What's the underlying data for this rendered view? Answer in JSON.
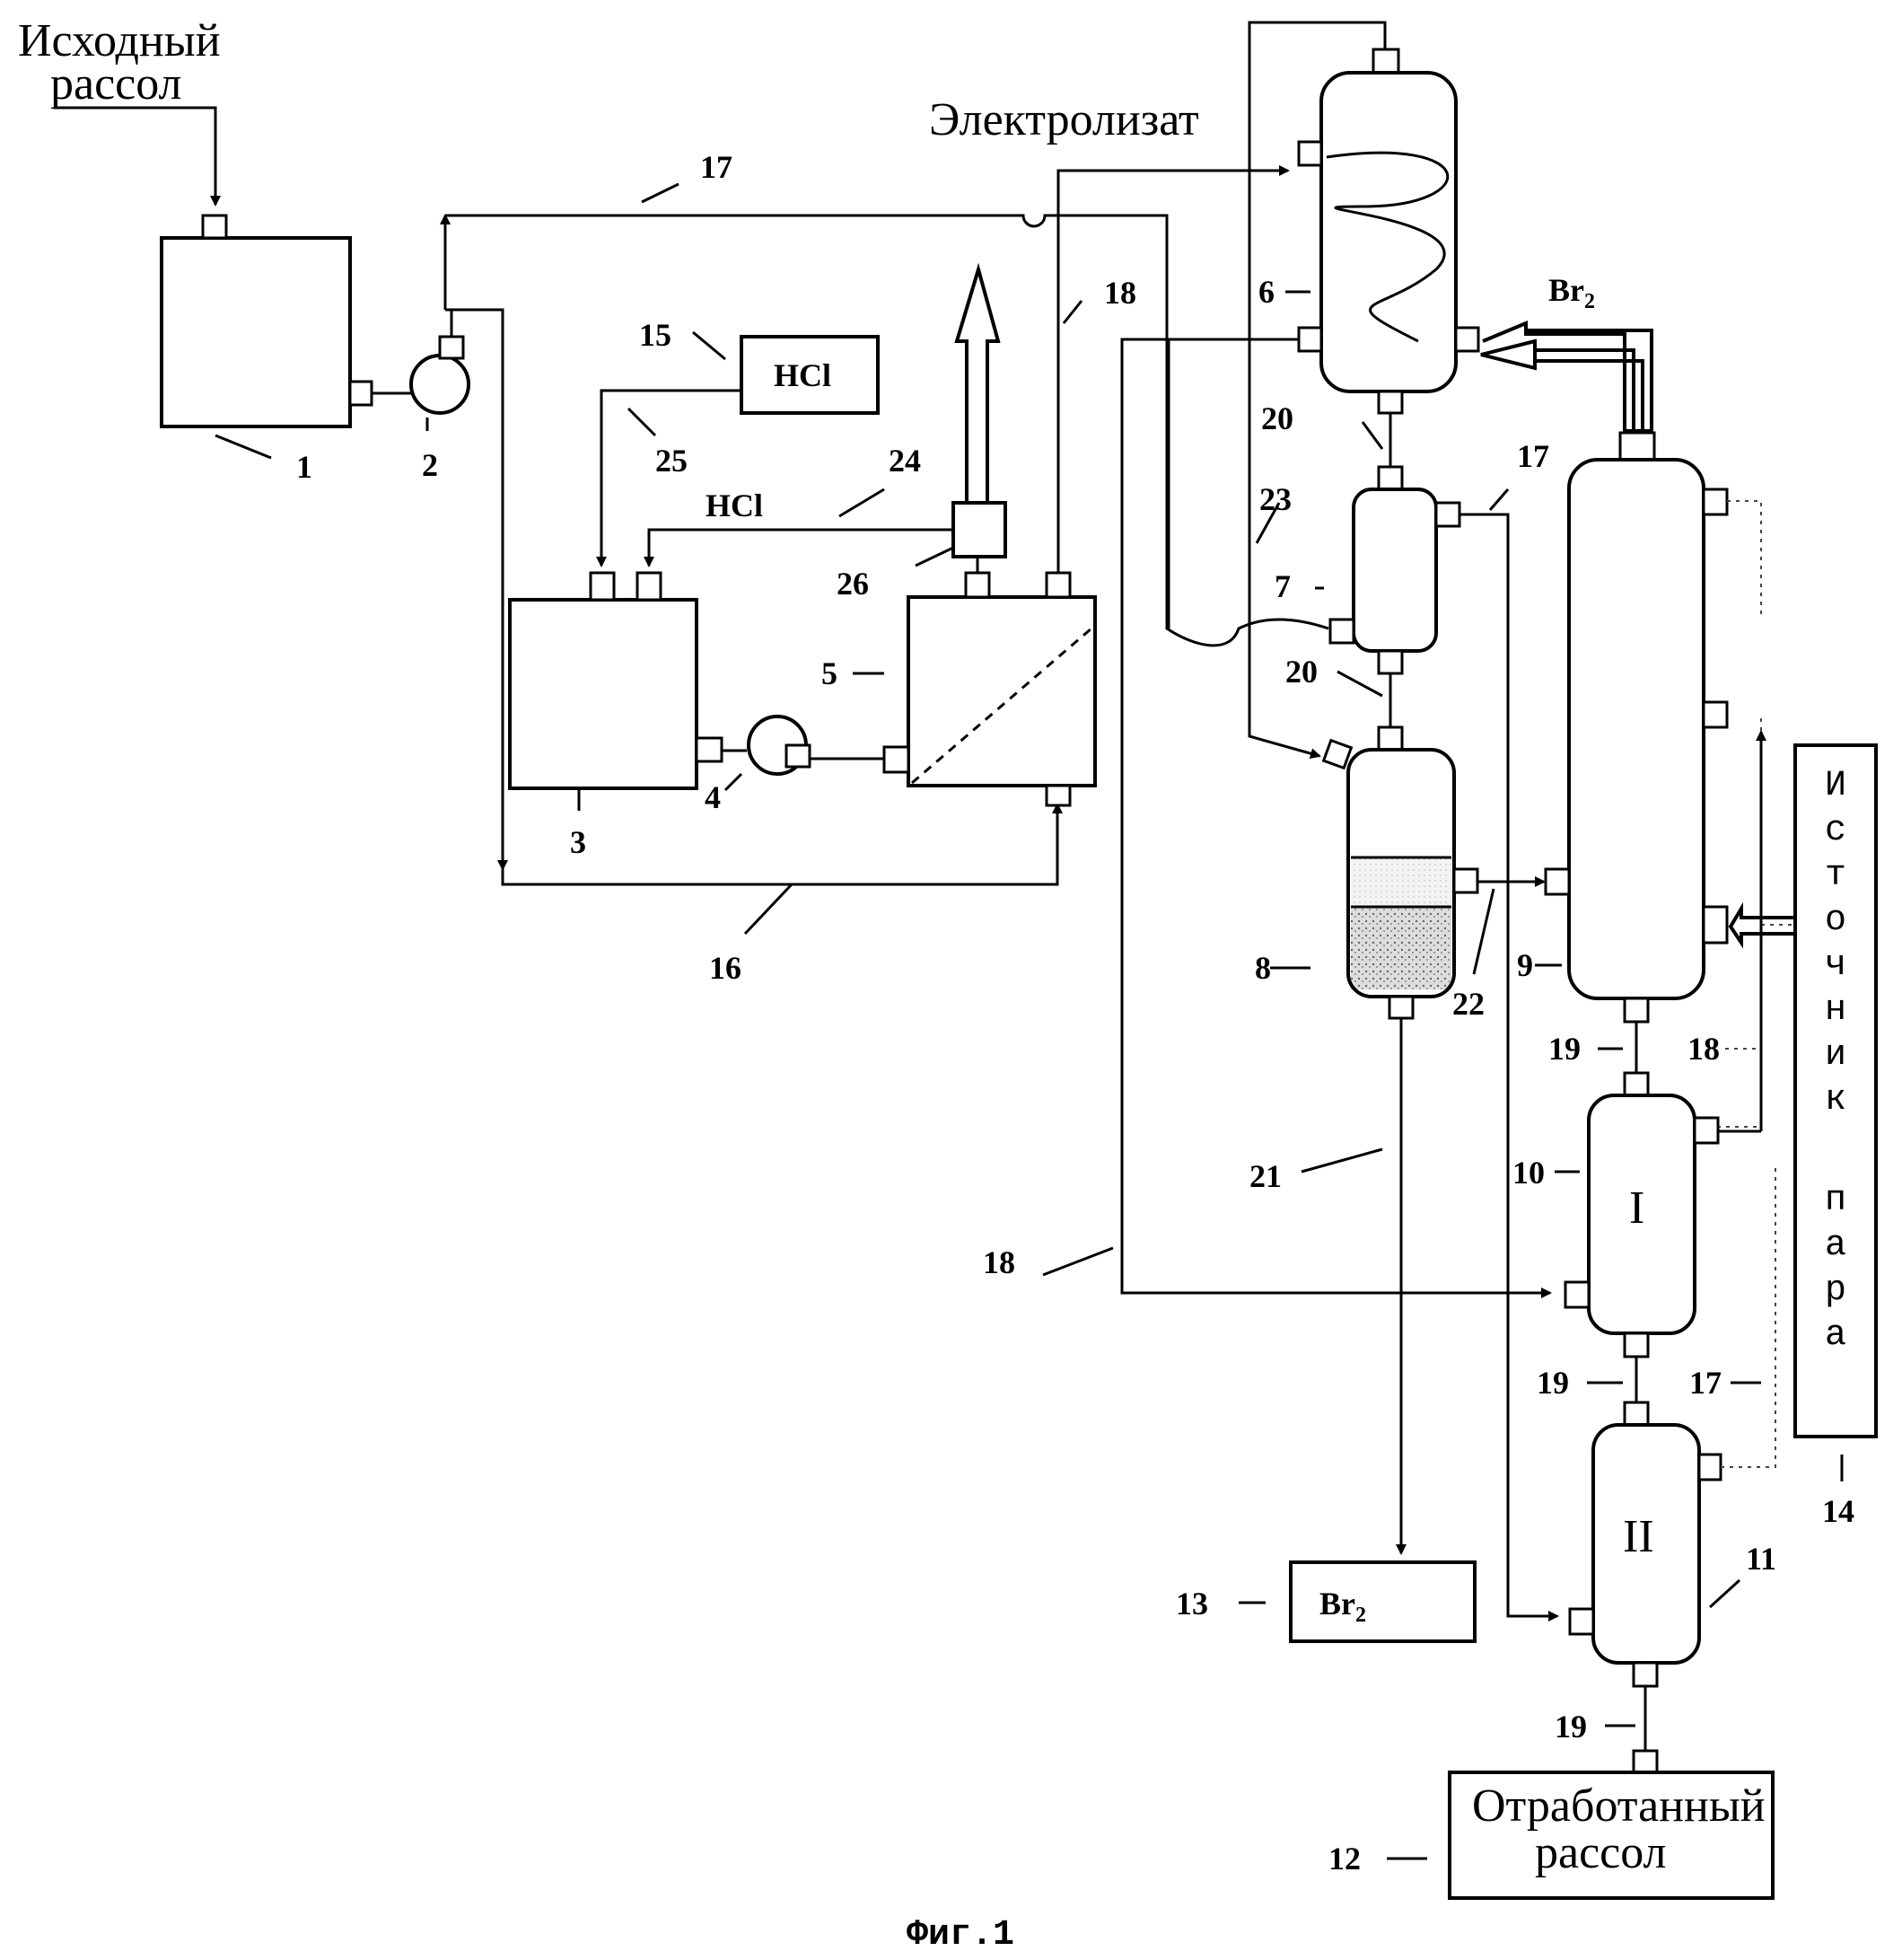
{
  "labels": {
    "feed_line1": "Исходный",
    "feed_line2": "рассол",
    "electrolyte": "Электролизат",
    "hcl_box": "HCl",
    "hcl_line": "HCl",
    "br2_top": "Br",
    "br2_box": "Br",
    "br2_sub": "2",
    "stage_one": "I",
    "stage_two": "II",
    "spent_line1": "Отработанный",
    "spent_line2": "рассол",
    "steam_source": [
      "И",
      "с",
      "т",
      "о",
      "ч",
      "н",
      "и",
      "к",
      "",
      "п",
      "а",
      "р",
      "а"
    ],
    "figure_caption": "Фиг.1"
  },
  "numbers": {
    "n1": "1",
    "n2": "2",
    "n3": "3",
    "n4": "4",
    "n5": "5",
    "n6": "6",
    "n7": "7",
    "n8": "8",
    "n9": "9",
    "n10": "10",
    "n11": "11",
    "n12": "12",
    "n13": "13",
    "n14": "14",
    "n15": "15",
    "n16": "16",
    "n17a": "17",
    "n17b": "17",
    "n17c": "17",
    "n18a": "18",
    "n18b": "18",
    "n18c": "18",
    "n19a": "19",
    "n19b": "19",
    "n19c": "19",
    "n20a": "20",
    "n20b": "20",
    "n21": "21",
    "n22": "22",
    "n23": "23",
    "n24": "24",
    "n25": "25",
    "n26": "26"
  }
}
